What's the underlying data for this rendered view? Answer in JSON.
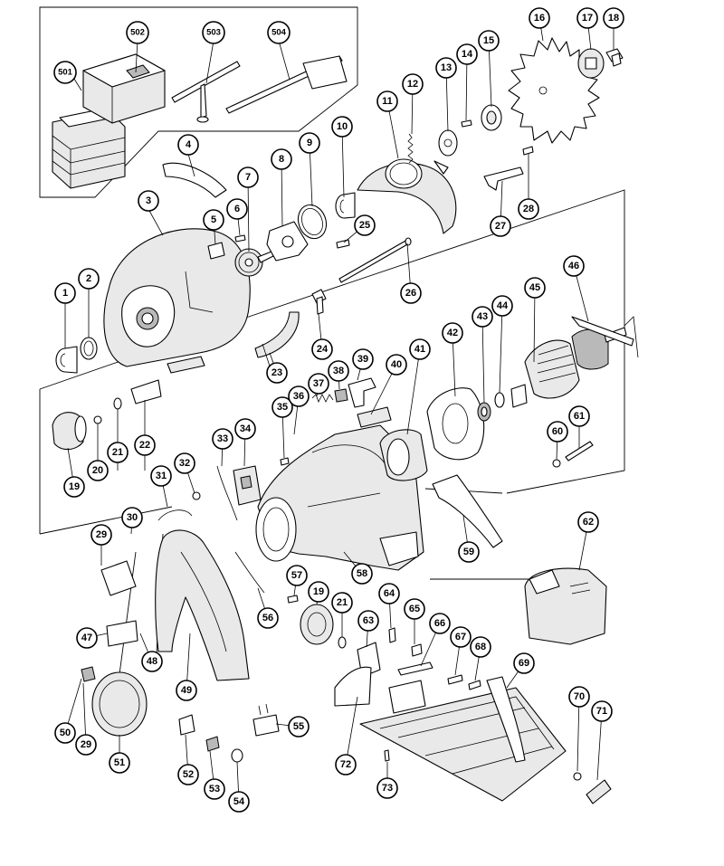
{
  "diagram": {
    "type": "exploded parts diagram",
    "accessory_parts": [
      "501",
      "502",
      "503",
      "504"
    ],
    "part_numbers": [
      "1",
      "2",
      "3",
      "4",
      "5",
      "6",
      "7",
      "8",
      "9",
      "10",
      "11",
      "12",
      "13",
      "14",
      "15",
      "16",
      "17",
      "18",
      "19",
      "20",
      "21",
      "22",
      "23",
      "24",
      "25",
      "26",
      "27",
      "28",
      "29",
      "30",
      "31",
      "32",
      "33",
      "34",
      "35",
      "36",
      "37",
      "38",
      "39",
      "40",
      "41",
      "42",
      "43",
      "44",
      "45",
      "46",
      "47",
      "48",
      "49",
      "50",
      "51",
      "52",
      "53",
      "54",
      "55",
      "56",
      "57",
      "58",
      "59",
      "60",
      "61",
      "62",
      "63",
      "64",
      "65",
      "66",
      "67",
      "68",
      "69",
      "70",
      "71",
      "72",
      "73"
    ],
    "secondary_labels": [
      "19",
      "21",
      "29"
    ]
  }
}
